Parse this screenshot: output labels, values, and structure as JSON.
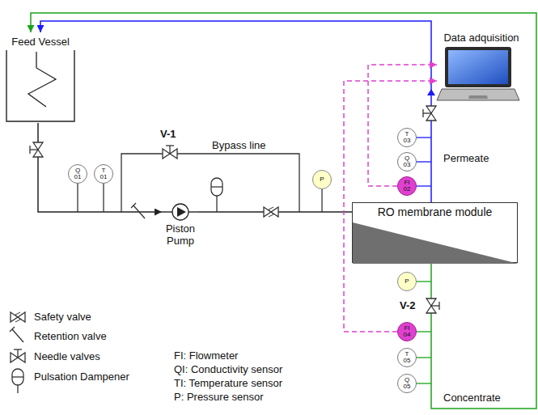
{
  "diagram": {
    "nodes": [
      {
        "text": [
          "Feed Vessel"
        ]
      },
      {
        "text": [
          "Data adquisition"
        ]
      },
      {
        "text": [
          "P"
        ]
      },
      {
        "text": [
          "T 03"
        ]
      },
      {
        "text": [
          "Q 03"
        ]
      },
      {
        "text": [
          "FI 02"
        ]
      },
      {
        "text": [
          "RO membrane module"
        ]
      },
      {
        "text": [
          "Q 01"
        ]
      },
      {
        "text": [
          "T 01"
        ]
      },
      {
        "text": [
          "Piston Pump"
        ]
      },
      {
        "text": [
          "P"
        ]
      },
      {
        "text": [
          "FI 04"
        ]
      },
      {
        "text": [
          "T 05"
        ]
      },
      {
        "text": [
          "Q 05"
        ]
      }
    ],
    "edges": [
      {
        "from": 0,
        "to": 9,
        "arrow": "to"
      },
      {
        "from": 9,
        "to": 6,
        "arrow": "none"
      },
      {
        "from": 6,
        "to": 0,
        "arrow": "to"
      },
      {
        "from": 6,
        "to": 0,
        "arrow": "to"
      },
      {
        "from": 5,
        "to": 1,
        "arrow": "to"
      },
      {
        "from": 11,
        "to": 1,
        "arrow": "to"
      }
    ],
    "labels": [
      "V-1",
      "Bypass line",
      "Permeate",
      "V-2",
      "Concentrate",
      "FI: Flowmeter",
      "QI: Conductivity sensor",
      "TI: Temperature sensor",
      "P: Pressure sensor"
    ],
    "legend": [
      {
        "text": "Safety valve"
      },
      {
        "text": "Retention valve"
      },
      {
        "text": "Needle valves"
      },
      {
        "text": "Pulsation Dampener"
      }
    ]
  }
}
